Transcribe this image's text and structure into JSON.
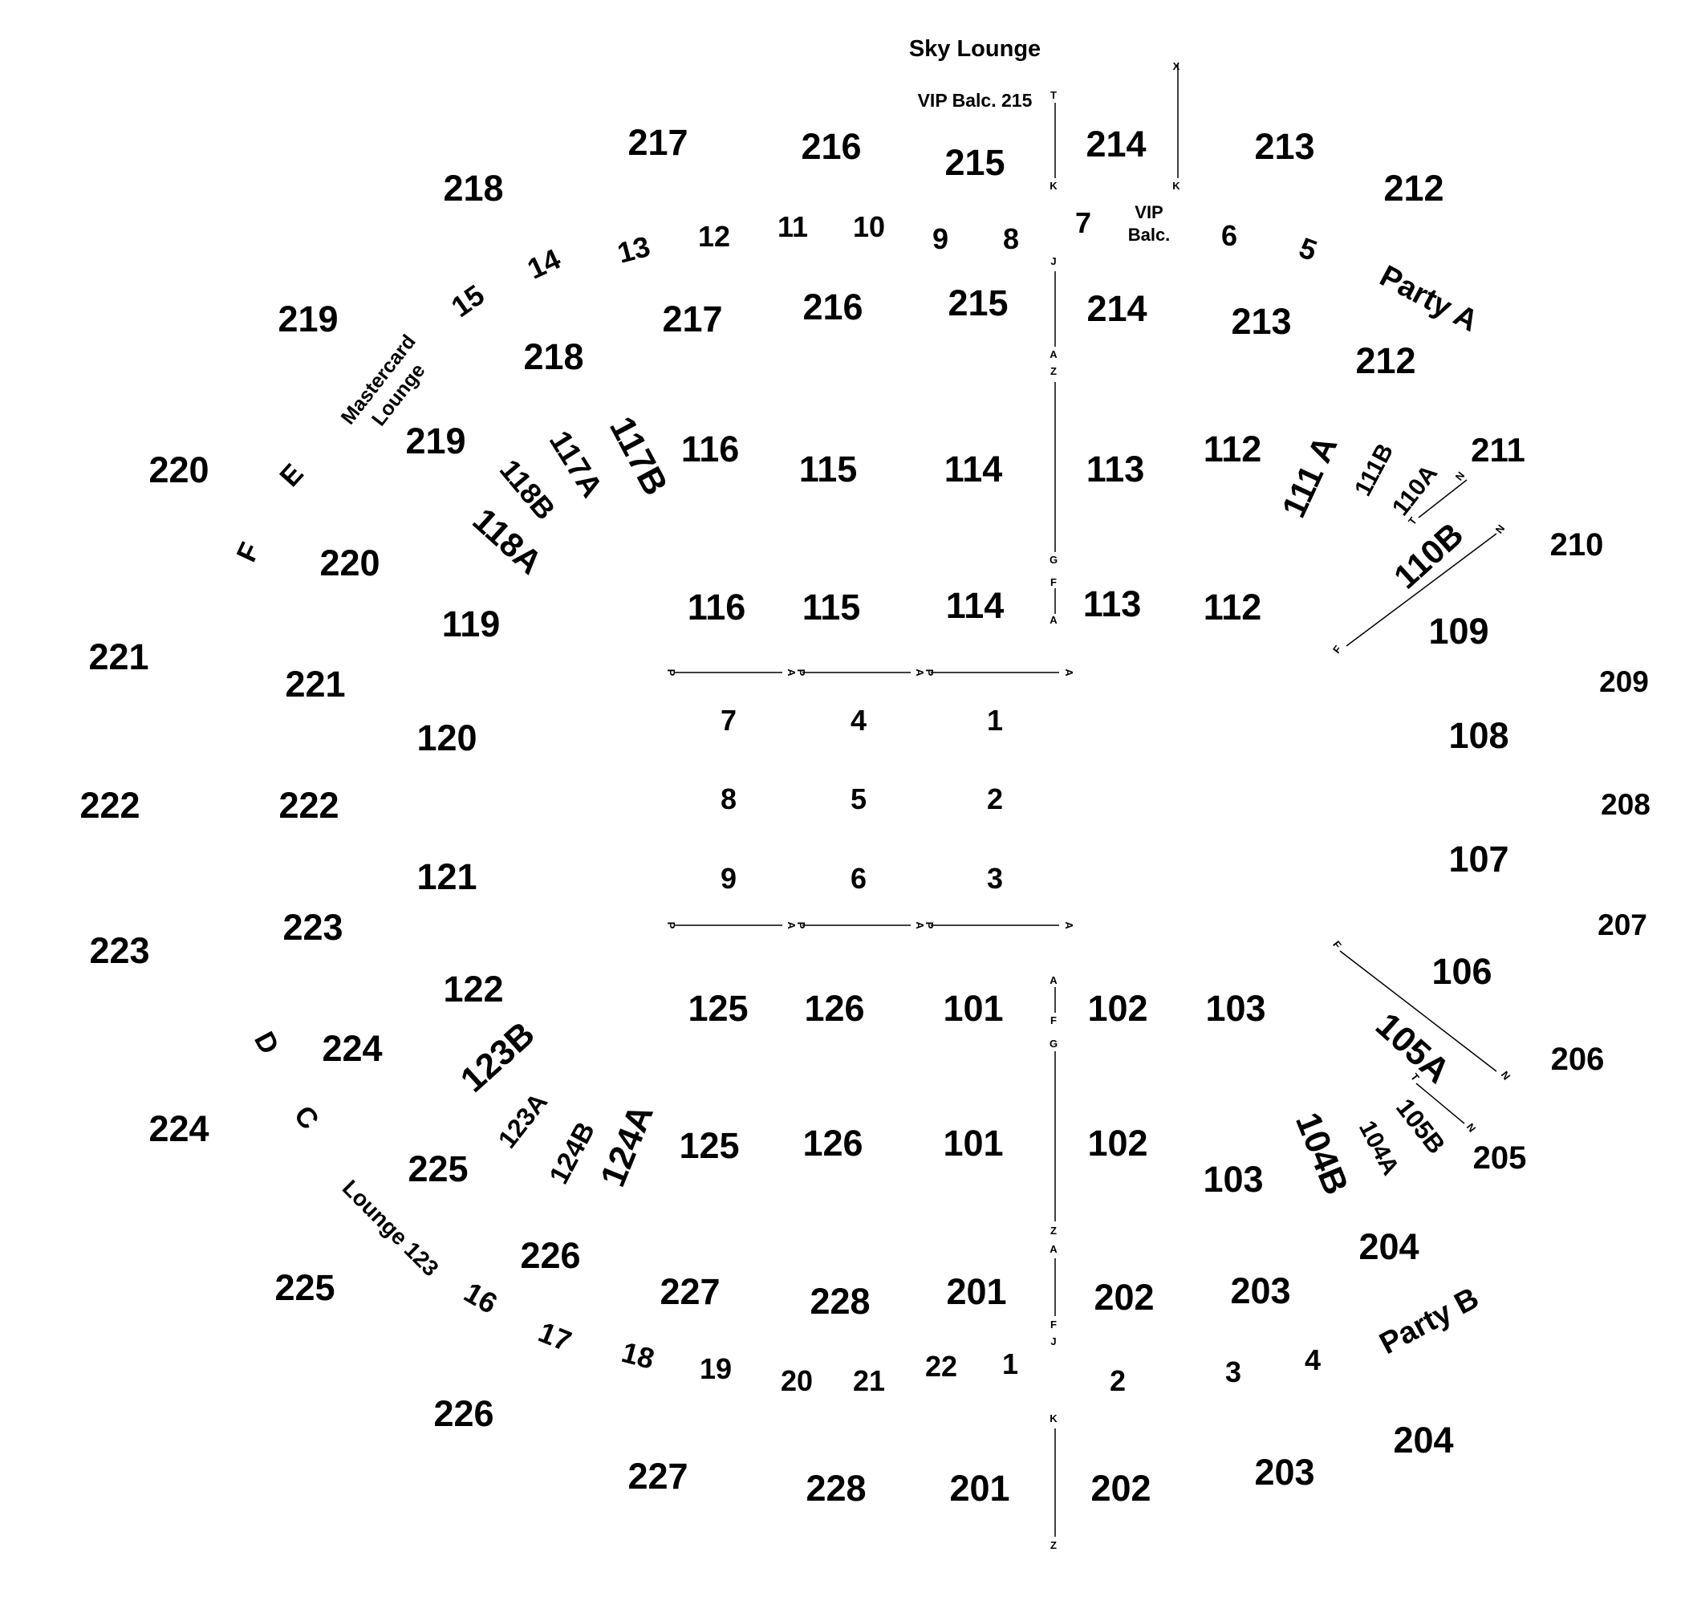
{
  "labels": {
    "sky_lounge": "Sky Lounge",
    "vip_balc_215": "VIP Balc. 215",
    "vip_balc_line1": "VIP",
    "vip_balc_line2": "Balc.",
    "party_a": "Party A",
    "party_b": "Party B",
    "mastercard_line1": "Mastercard",
    "mastercard_line2": "Lounge",
    "lounge_123": "Lounge 123"
  },
  "outer_sections": [
    "217",
    "216",
    "215",
    "214",
    "213",
    "218",
    "212",
    "219",
    "220",
    "221",
    "222",
    "223",
    "224",
    "225",
    "226",
    "227",
    "228",
    "201",
    "202",
    "203",
    "204",
    "210",
    "209",
    "208",
    "207",
    "206",
    "205"
  ],
  "inner_200_sections": [
    "217",
    "216",
    "215",
    "214",
    "213",
    "218",
    "212",
    "219",
    "220",
    "221",
    "222",
    "223",
    "224",
    "225",
    "226",
    "227",
    "228",
    "201",
    "202",
    "203",
    "204"
  ],
  "lower_sections": [
    "116",
    "115",
    "114",
    "113",
    "112",
    "111 A",
    "111B",
    "110A",
    "211",
    "110B",
    "109",
    "117A",
    "117B",
    "118B",
    "118A",
    "119",
    "120",
    "121",
    "122",
    "123B",
    "123A",
    "124B",
    "124A",
    "125",
    "126",
    "101",
    "102",
    "103",
    "104B",
    "104A",
    "105B",
    "105A",
    "106",
    "107",
    "108",
    "116",
    "115",
    "114",
    "113",
    "112",
    "125",
    "126",
    "101",
    "102",
    "103"
  ],
  "boxes_top": [
    "15",
    "14",
    "13",
    "12",
    "11",
    "10",
    "9",
    "8",
    "7",
    "6",
    "5"
  ],
  "boxes_bottom": [
    "16",
    "17",
    "18",
    "19",
    "20",
    "21",
    "22",
    "1",
    "2",
    "3",
    "4"
  ],
  "floor_sections": [
    "7",
    "4",
    "1",
    "8",
    "5",
    "2",
    "9",
    "6",
    "3"
  ],
  "bay_letters": [
    "E",
    "F",
    "D",
    "C"
  ],
  "row_markers": {
    "top_left": [
      "T",
      "K",
      "J",
      "A",
      "Z",
      "G",
      "F",
      "A"
    ],
    "top_right": [
      "X",
      "K"
    ],
    "floor": [
      "P",
      "A",
      "P",
      "A",
      "P",
      "A",
      "P",
      "A",
      "P",
      "A",
      "P",
      "A"
    ],
    "bottom": [
      "A",
      "F",
      "G",
      "Z",
      "A",
      "F",
      "J",
      "K",
      "Z"
    ],
    "right_upper": [
      "N",
      "T",
      "N",
      "F"
    ],
    "right_lower": [
      "F",
      "N",
      "T",
      "N"
    ]
  }
}
